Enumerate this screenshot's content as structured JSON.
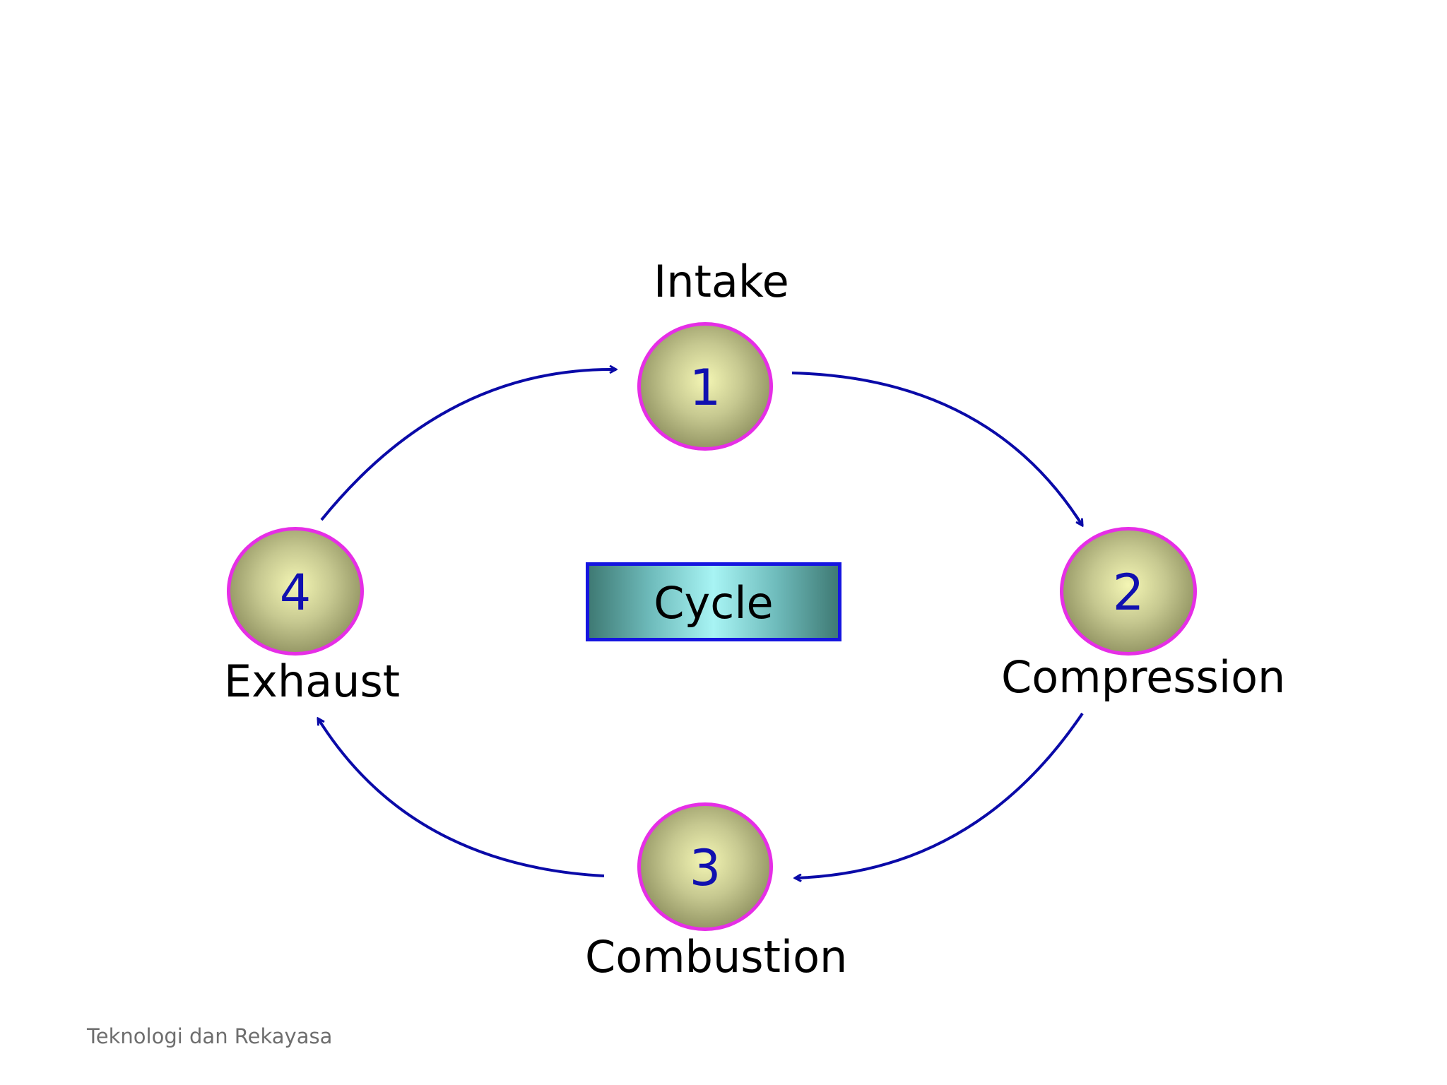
{
  "diagram": {
    "center_label": "Cycle",
    "stages": [
      {
        "number": "1",
        "label": "Intake"
      },
      {
        "number": "2",
        "label": "Compression"
      },
      {
        "number": "3",
        "label": "Combustion"
      },
      {
        "number": "4",
        "label": "Exhaust"
      }
    ],
    "colors": {
      "arrow": "#0a0aa8",
      "node_border": "#e62ee6",
      "node_number": "#1010b0",
      "center_border": "#1515e0"
    }
  },
  "footer": {
    "text": "Teknologi dan Rekayasa"
  }
}
